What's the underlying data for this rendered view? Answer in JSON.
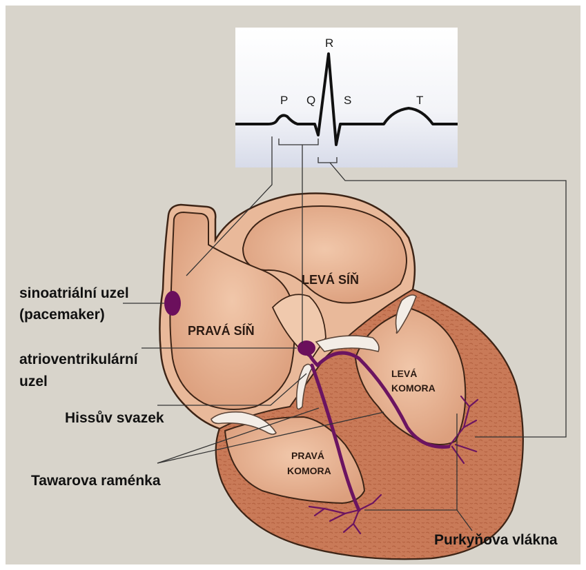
{
  "ecg": {
    "p": "P",
    "q": "Q",
    "r": "R",
    "s": "S",
    "t": "T"
  },
  "chambers": {
    "left_atrium": "LEVÁ SÍŇ",
    "right_atrium": "PRAVÁ SÍŇ",
    "left_ventricle": [
      "LEVÁ",
      "KOMORA"
    ],
    "right_ventricle": [
      "PRAVÁ",
      "KOMORA"
    ]
  },
  "labels": {
    "sa_node": [
      "sinoatriální uzel",
      "(pacemaker)"
    ],
    "av_node": [
      "atrioventrikulární",
      "uzel"
    ],
    "bundle_of_his": "Hissův svazek",
    "bundle_branches": "Tawarova raménka",
    "purkinje_fibers": "Purkyňova vlákna"
  },
  "colors": {
    "background": "#d8d4cb",
    "heart_fill": "#e9b99a",
    "heart_outline": "#3d2416",
    "muscle": "#c97a58",
    "node": "#6b0f5c",
    "conduction": "#6b1461",
    "valve": "#f3ede6"
  }
}
